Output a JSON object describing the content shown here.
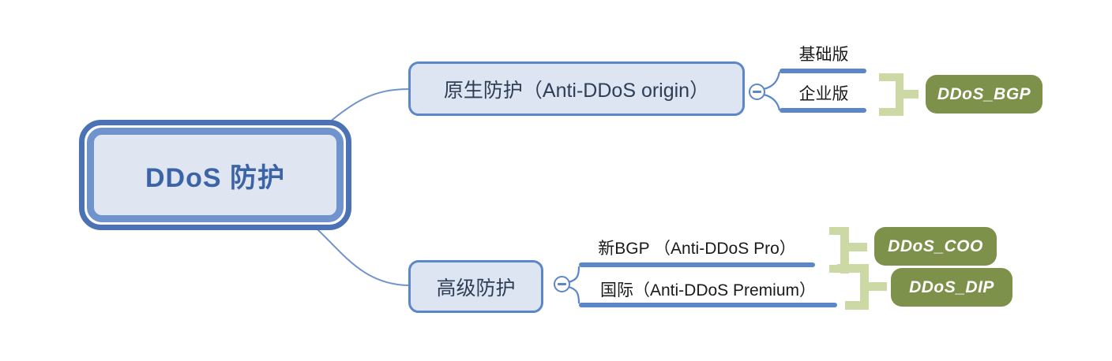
{
  "root": {
    "label": "DDoS 防护"
  },
  "branches": [
    {
      "label": "原生防护（Anti-DDoS origin）",
      "collapse_icon": "minus",
      "children": [
        {
          "label": "基础版"
        },
        {
          "label": "企业版"
        }
      ],
      "summaries": [
        {
          "label": "DDoS_BGP"
        }
      ]
    },
    {
      "label": "高级防护",
      "collapse_icon": "minus",
      "children": [
        {
          "label": "新BGP （Anti-DDoS Pro）"
        },
        {
          "label": "国际（Anti-DDoS Premium）"
        }
      ],
      "summaries": [
        {
          "label": "DDoS_COO"
        },
        {
          "label": "DDoS_DIP"
        }
      ]
    }
  ],
  "colors": {
    "root_border_outer": "#4b72b4",
    "root_border_inner": "#6e93cd",
    "root_fill": "#dfe6f2",
    "root_text": "#3b63a5",
    "branch_border": "#5b87c8",
    "branch_fill": "#dde5f3",
    "branch_text": "#2e3e55",
    "child_line": "#5b87c8",
    "child_text": "#1a1a1a",
    "connector_line": "#6f94cc",
    "summary_bracket": "#cdd9a5",
    "summary_fill": "#7e914b",
    "summary_text": "#ffffff"
  }
}
